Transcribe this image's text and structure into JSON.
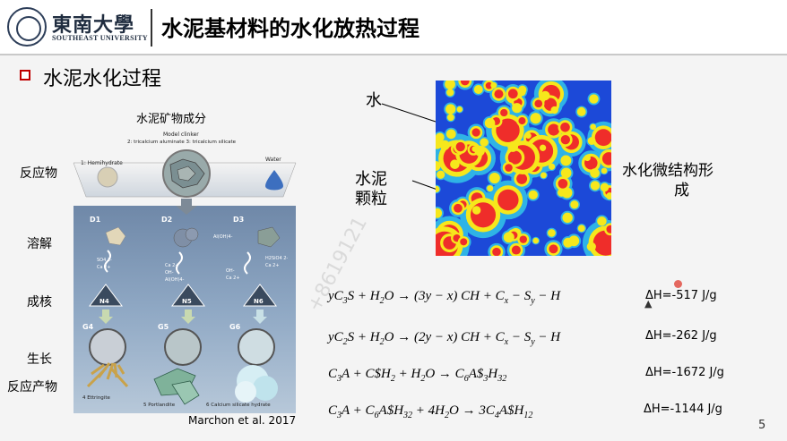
{
  "header": {
    "logo_cn": "東南大學",
    "logo_en": "SOUTHEAST UNIVERSITY",
    "title": "水泥基材料的水化放热过程"
  },
  "section": {
    "title": "水泥水化过程"
  },
  "left_labels": [
    "反应物",
    "溶解",
    "成核",
    "生长",
    "反应产物"
  ],
  "figure": {
    "caption": "水泥矿物成分",
    "model_clinker": "Model clinker",
    "clinker_components": "2: tricalcium aluminate  3: tricalcium silicate",
    "hemihydrate": "1: Hemihydrate",
    "water": "Water",
    "stage_labels": [
      "D1",
      "D2",
      "D3",
      "N4",
      "N5",
      "N6",
      "G4",
      "G5",
      "G6"
    ],
    "ions": [
      "SO4 2-",
      "Ca 2+",
      "Ca 2+",
      "OH-",
      "Al(OH)4-",
      "Al(OH)4-",
      "OH-",
      "Ca 2+",
      "H2SiO4 2-",
      "Ca 2+"
    ],
    "products": [
      "4 Ettringite",
      "5 Portlandite",
      "6 Calcium silicate hydrate"
    ],
    "citation": "Marchon et al. 2017"
  },
  "microstructure": {
    "label_water": "水",
    "label_cement_line1": "水泥",
    "label_cement_line2": "颗粒",
    "title_line1": "水化微结构形",
    "title_line2": "成",
    "colors": {
      "water": "#1c49d8",
      "hydrate": "#2fb3e6",
      "shell": "#f6e71c",
      "core": "#ef2d2a"
    }
  },
  "equations": [
    {
      "dh": "ΔH=-517 J/g"
    },
    {
      "dh": "ΔH=-262 J/g"
    },
    {
      "dh": "ΔH=-1672 J/g"
    },
    {
      "dh": "ΔH=-1144 J/g"
    }
  ],
  "watermark": "+8619121",
  "page_number": "5"
}
